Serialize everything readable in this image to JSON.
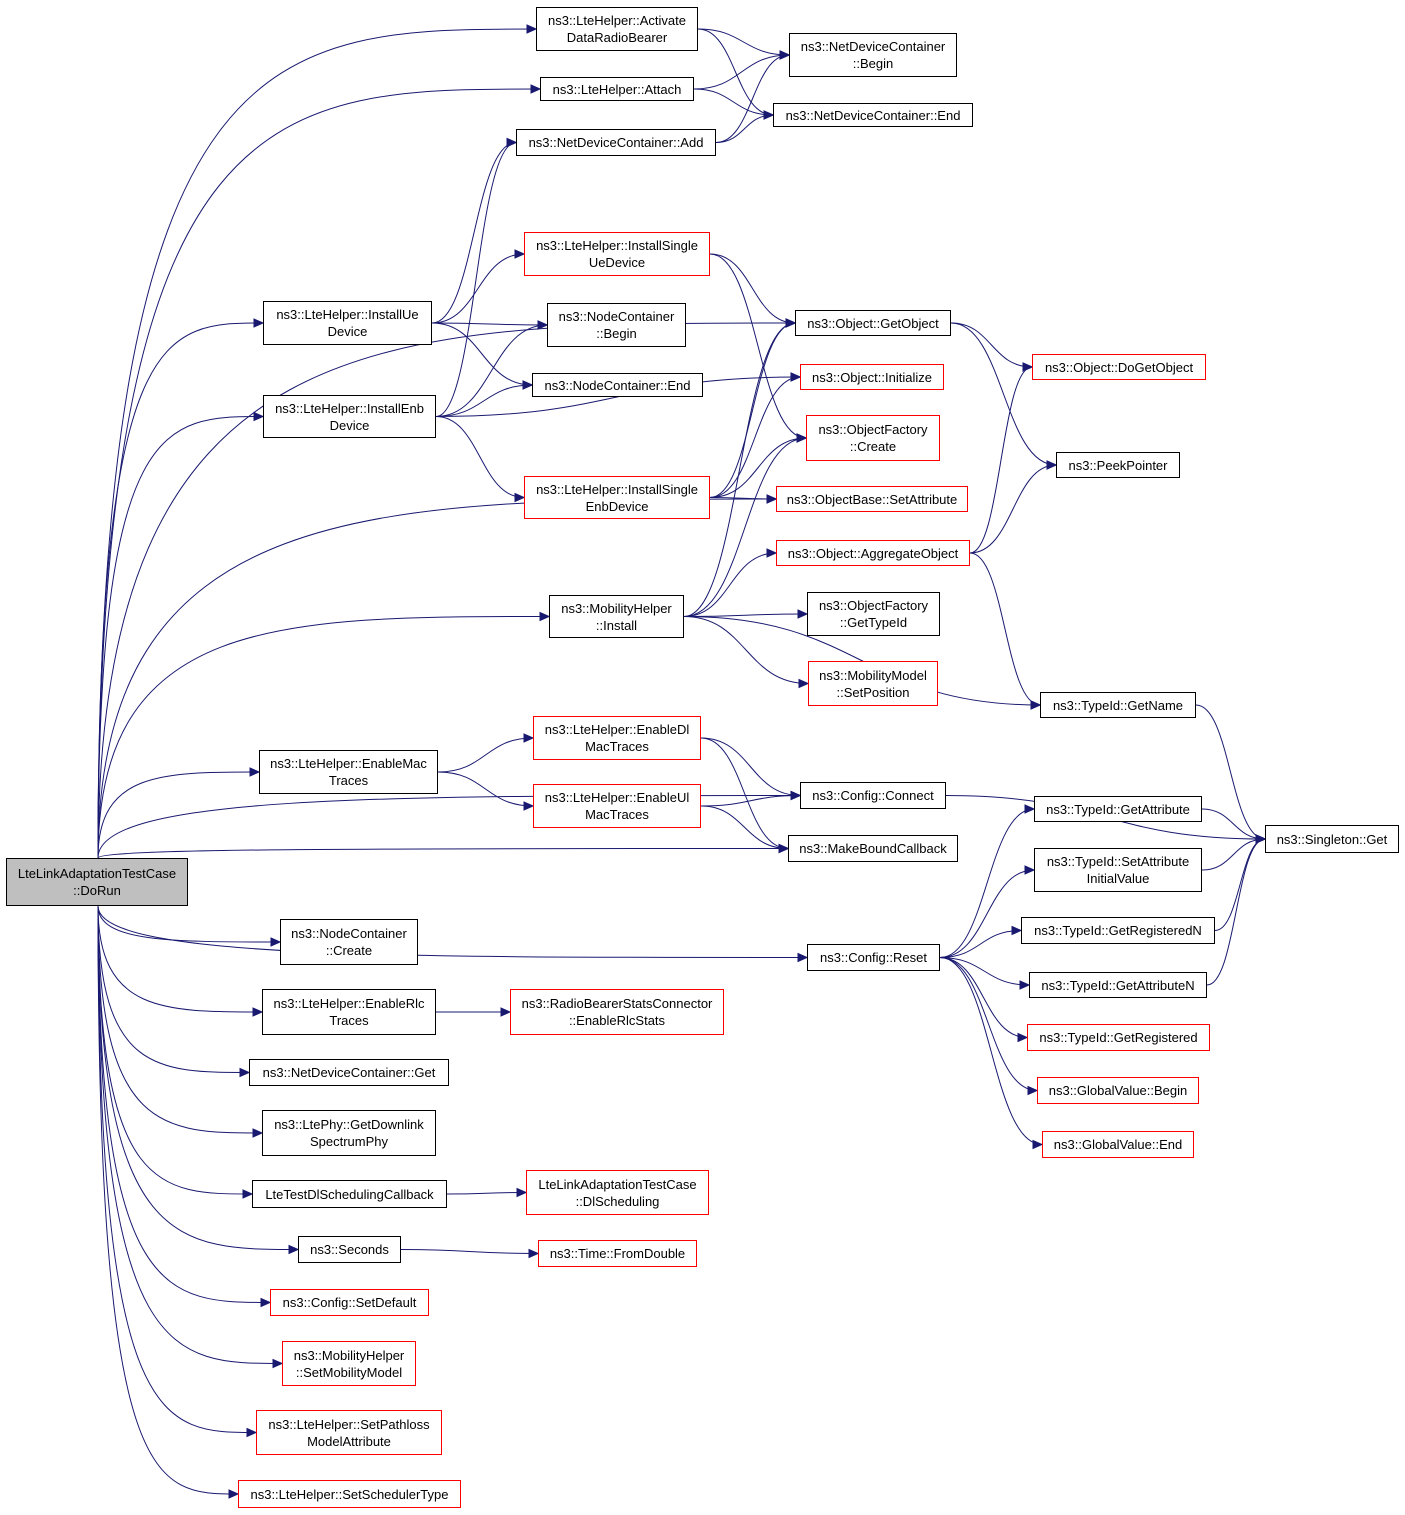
{
  "colors": {
    "edge": "#191970",
    "border_default": "#000000",
    "border_incomplete": "#ff0000",
    "root_fill": "#bfbfbf"
  },
  "nodes": {
    "root": {
      "label": "LteLinkAdaptationTestCase\n::DoRun",
      "style": "root"
    },
    "activateDrb": {
      "label": "ns3::LteHelper::Activate\nDataRadioBearer",
      "style": "black"
    },
    "attach": {
      "label": "ns3::LteHelper::Attach",
      "style": "black"
    },
    "ndcAdd": {
      "label": "ns3::NetDeviceContainer::Add",
      "style": "black"
    },
    "ndcBegin": {
      "label": "ns3::NetDeviceContainer\n::Begin",
      "style": "black"
    },
    "ndcEnd": {
      "label": "ns3::NetDeviceContainer::End",
      "style": "black"
    },
    "installSingleUe": {
      "label": "ns3::LteHelper::InstallSingle\nUeDevice",
      "style": "red"
    },
    "installUe": {
      "label": "ns3::LteHelper::InstallUe\nDevice",
      "style": "black"
    },
    "ncBegin": {
      "label": "ns3::NodeContainer\n::Begin",
      "style": "black"
    },
    "ncEnd": {
      "label": "ns3::NodeContainer::End",
      "style": "black"
    },
    "installEnb": {
      "label": "ns3::LteHelper::InstallEnb\nDevice",
      "style": "black"
    },
    "getObject": {
      "label": "ns3::Object::GetObject",
      "style": "black"
    },
    "doGetObject": {
      "label": "ns3::Object::DoGetObject",
      "style": "red"
    },
    "initialize": {
      "label": "ns3::Object::Initialize",
      "style": "red"
    },
    "ofCreate": {
      "label": "ns3::ObjectFactory\n::Create",
      "style": "red"
    },
    "peekPointer": {
      "label": "ns3::PeekPointer",
      "style": "black"
    },
    "installSingleEnb": {
      "label": "ns3::LteHelper::InstallSingle\nEnbDevice",
      "style": "red"
    },
    "setAttribute": {
      "label": "ns3::ObjectBase::SetAttribute",
      "style": "red"
    },
    "aggregate": {
      "label": "ns3::Object::AggregateObject",
      "style": "red"
    },
    "mhInstall": {
      "label": "ns3::MobilityHelper\n::Install",
      "style": "black"
    },
    "ofGetTypeId": {
      "label": "ns3::ObjectFactory\n::GetTypeId",
      "style": "black"
    },
    "setPosition": {
      "label": "ns3::MobilityModel\n::SetPosition",
      "style": "red"
    },
    "getName": {
      "label": "ns3::TypeId::GetName",
      "style": "black"
    },
    "enableMac": {
      "label": "ns3::LteHelper::EnableMac\nTraces",
      "style": "black"
    },
    "enableDlMac": {
      "label": "ns3::LteHelper::EnableDl\nMacTraces",
      "style": "red"
    },
    "enableUlMac": {
      "label": "ns3::LteHelper::EnableUl\nMacTraces",
      "style": "red"
    },
    "connect": {
      "label": "ns3::Config::Connect",
      "style": "black"
    },
    "makeBound": {
      "label": "ns3::MakeBoundCallback",
      "style": "black"
    },
    "getAttribute": {
      "label": "ns3::TypeId::GetAttribute",
      "style": "black"
    },
    "setAttrInit": {
      "label": "ns3::TypeId::SetAttribute\nInitialValue",
      "style": "black"
    },
    "singletonGet": {
      "label": "ns3::Singleton::Get",
      "style": "black"
    },
    "getRegisteredN": {
      "label": "ns3::TypeId::GetRegisteredN",
      "style": "black"
    },
    "getAttributeN": {
      "label": "ns3::TypeId::GetAttributeN",
      "style": "black"
    },
    "configReset": {
      "label": "ns3::Config::Reset",
      "style": "black"
    },
    "getRegistered": {
      "label": "ns3::TypeId::GetRegistered",
      "style": "red"
    },
    "gvBegin": {
      "label": "ns3::GlobalValue::Begin",
      "style": "red"
    },
    "gvEnd": {
      "label": "ns3::GlobalValue::End",
      "style": "red"
    },
    "ncCreate": {
      "label": "ns3::NodeContainer\n::Create",
      "style": "black"
    },
    "enableRlc": {
      "label": "ns3::LteHelper::EnableRlc\nTraces",
      "style": "black"
    },
    "enableRlcStats": {
      "label": "ns3::RadioBearerStatsConnector\n::EnableRlcStats",
      "style": "red"
    },
    "ndcGet": {
      "label": "ns3::NetDeviceContainer::Get",
      "style": "black"
    },
    "getDlPhy": {
      "label": "ns3::LtePhy::GetDownlink\nSpectrumPhy",
      "style": "black"
    },
    "dlCallback": {
      "label": "LteTestDlSchedulingCallback",
      "style": "black"
    },
    "dlScheduling": {
      "label": "LteLinkAdaptationTestCase\n::DlScheduling",
      "style": "red"
    },
    "seconds": {
      "label": "ns3::Seconds",
      "style": "black"
    },
    "fromDouble": {
      "label": "ns3::Time::FromDouble",
      "style": "red"
    },
    "setDefault": {
      "label": "ns3::Config::SetDefault",
      "style": "red"
    },
    "setMobilityModel": {
      "label": "ns3::MobilityHelper\n::SetMobilityModel",
      "style": "red"
    },
    "setPathloss": {
      "label": "ns3::LteHelper::SetPathloss\nModelAttribute",
      "style": "red"
    },
    "setScheduler": {
      "label": "ns3::LteHelper::SetSchedulerType",
      "style": "red"
    }
  },
  "edges": [
    [
      "root",
      "activateDrb"
    ],
    [
      "root",
      "attach"
    ],
    [
      "root",
      "getObject"
    ],
    [
      "root",
      "installUe"
    ],
    [
      "root",
      "installEnb"
    ],
    [
      "root",
      "setAttribute"
    ],
    [
      "root",
      "mhInstall"
    ],
    [
      "root",
      "connect"
    ],
    [
      "root",
      "enableMac"
    ],
    [
      "root",
      "makeBound"
    ],
    [
      "root",
      "configReset"
    ],
    [
      "root",
      "ncCreate"
    ],
    [
      "root",
      "enableRlc"
    ],
    [
      "root",
      "ndcGet"
    ],
    [
      "root",
      "getDlPhy"
    ],
    [
      "root",
      "dlCallback"
    ],
    [
      "root",
      "seconds"
    ],
    [
      "root",
      "setDefault"
    ],
    [
      "root",
      "setMobilityModel"
    ],
    [
      "root",
      "setPathloss"
    ],
    [
      "root",
      "setScheduler"
    ],
    [
      "activateDrb",
      "ndcBegin"
    ],
    [
      "activateDrb",
      "ndcEnd"
    ],
    [
      "attach",
      "ndcBegin"
    ],
    [
      "attach",
      "ndcEnd"
    ],
    [
      "ndcAdd",
      "ndcBegin"
    ],
    [
      "ndcAdd",
      "ndcEnd"
    ],
    [
      "installUe",
      "ndcAdd"
    ],
    [
      "installUe",
      "installSingleUe"
    ],
    [
      "installUe",
      "ncBegin"
    ],
    [
      "installUe",
      "ncEnd"
    ],
    [
      "installEnb",
      "ndcAdd"
    ],
    [
      "installEnb",
      "ncBegin"
    ],
    [
      "installEnb",
      "ncEnd"
    ],
    [
      "installEnb",
      "initialize"
    ],
    [
      "installEnb",
      "installSingleEnb"
    ],
    [
      "installSingleUe",
      "getObject"
    ],
    [
      "installSingleUe",
      "ofCreate"
    ],
    [
      "installSingleEnb",
      "getObject"
    ],
    [
      "installSingleEnb",
      "initialize"
    ],
    [
      "installSingleEnb",
      "ofCreate"
    ],
    [
      "installSingleEnb",
      "setAttribute"
    ],
    [
      "getObject",
      "doGetObject"
    ],
    [
      "getObject",
      "peekPointer"
    ],
    [
      "aggregate",
      "doGetObject"
    ],
    [
      "aggregate",
      "peekPointer"
    ],
    [
      "aggregate",
      "getName"
    ],
    [
      "mhInstall",
      "getObject"
    ],
    [
      "mhInstall",
      "ofCreate"
    ],
    [
      "mhInstall",
      "aggregate"
    ],
    [
      "mhInstall",
      "ofGetTypeId"
    ],
    [
      "mhInstall",
      "setPosition"
    ],
    [
      "mhInstall",
      "getName"
    ],
    [
      "enableMac",
      "enableDlMac"
    ],
    [
      "enableMac",
      "enableUlMac"
    ],
    [
      "enableDlMac",
      "connect"
    ],
    [
      "enableDlMac",
      "makeBound"
    ],
    [
      "enableUlMac",
      "connect"
    ],
    [
      "enableUlMac",
      "makeBound"
    ],
    [
      "connect",
      "singletonGet"
    ],
    [
      "getName",
      "singletonGet"
    ],
    [
      "getAttribute",
      "singletonGet"
    ],
    [
      "setAttrInit",
      "singletonGet"
    ],
    [
      "getRegisteredN",
      "singletonGet"
    ],
    [
      "getAttributeN",
      "singletonGet"
    ],
    [
      "configReset",
      "getAttribute"
    ],
    [
      "configReset",
      "setAttrInit"
    ],
    [
      "configReset",
      "getRegisteredN"
    ],
    [
      "configReset",
      "getAttributeN"
    ],
    [
      "configReset",
      "getRegistered"
    ],
    [
      "configReset",
      "gvBegin"
    ],
    [
      "configReset",
      "gvEnd"
    ],
    [
      "enableRlc",
      "enableRlcStats"
    ],
    [
      "dlCallback",
      "dlScheduling"
    ],
    [
      "seconds",
      "fromDouble"
    ]
  ]
}
